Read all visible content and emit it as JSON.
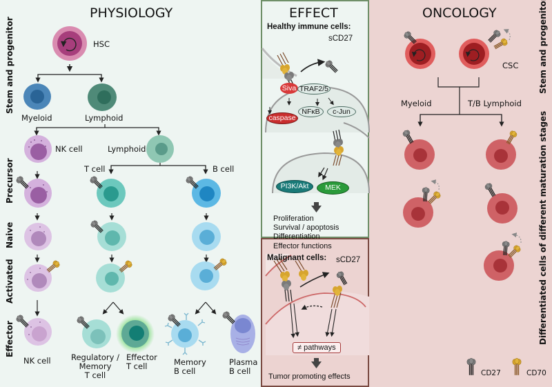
{
  "physiology": {
    "title": "PHYSIOLOGY",
    "row_labels": [
      "Stem and progenitor",
      "Precursor",
      "Naive",
      "Activated",
      "Effector"
    ],
    "cells": {
      "hsc": "HSC",
      "myeloid": "Myeloid",
      "lymphoid": "Lymphoid",
      "nk_cell": "NK cell",
      "lymphoid_precursor": "Lymphoid",
      "t_cell": "T cell",
      "b_cell": "B cell",
      "nk_effector": "NK cell",
      "reg_memory_t": [
        "Regulatory /",
        "Memory",
        "T cell"
      ],
      "effector_t": [
        "Effector",
        "T cell"
      ],
      "memory_b": [
        "Memory",
        "B cell"
      ],
      "plasma_b": [
        "Plasma",
        "B cell"
      ]
    }
  },
  "effect": {
    "title": "EFFECT",
    "healthy_heading": "Healthy immune cells:",
    "soluble_label": "sCD27",
    "signaling": {
      "siva": "Siva",
      "traf": "TRAF2/5",
      "caspase": "caspase",
      "nfkb": "NFκB",
      "cjun": "c-Jun",
      "pi3k": "PI3K/Akt",
      "mek": "MEK"
    },
    "outcomes": [
      "Proliferation",
      "Survival / apoptosis",
      "Differentiation",
      "Effector functions"
    ],
    "malignant_heading": "Malignant cells:",
    "malignant_soluble_label": "sCD27",
    "pathways": "≠ pathways",
    "malignant_outcome": "Tumor promoting effects"
  },
  "oncology": {
    "title": "ONCOLOGY",
    "csc": "CSC",
    "myeloid": "Myeloid",
    "tb_lymphoid": "T/B Lymphoid",
    "row_labels": [
      "Stem and progenitor",
      "Differentiated cells of different maturation stages"
    ],
    "legend": [
      {
        "name": "CD27",
        "color": "#7a7a7a"
      },
      {
        "name": "CD70",
        "color": "#d7a52e"
      }
    ]
  },
  "colors": {
    "physiology_bg": "#eef5f2",
    "oncology_bg": "#ecd4d2",
    "effect_border": "#6f8f68",
    "malignant_border": "#7a4a42",
    "cd27": "#7a7a7a",
    "cd70": "#d7a52e"
  }
}
